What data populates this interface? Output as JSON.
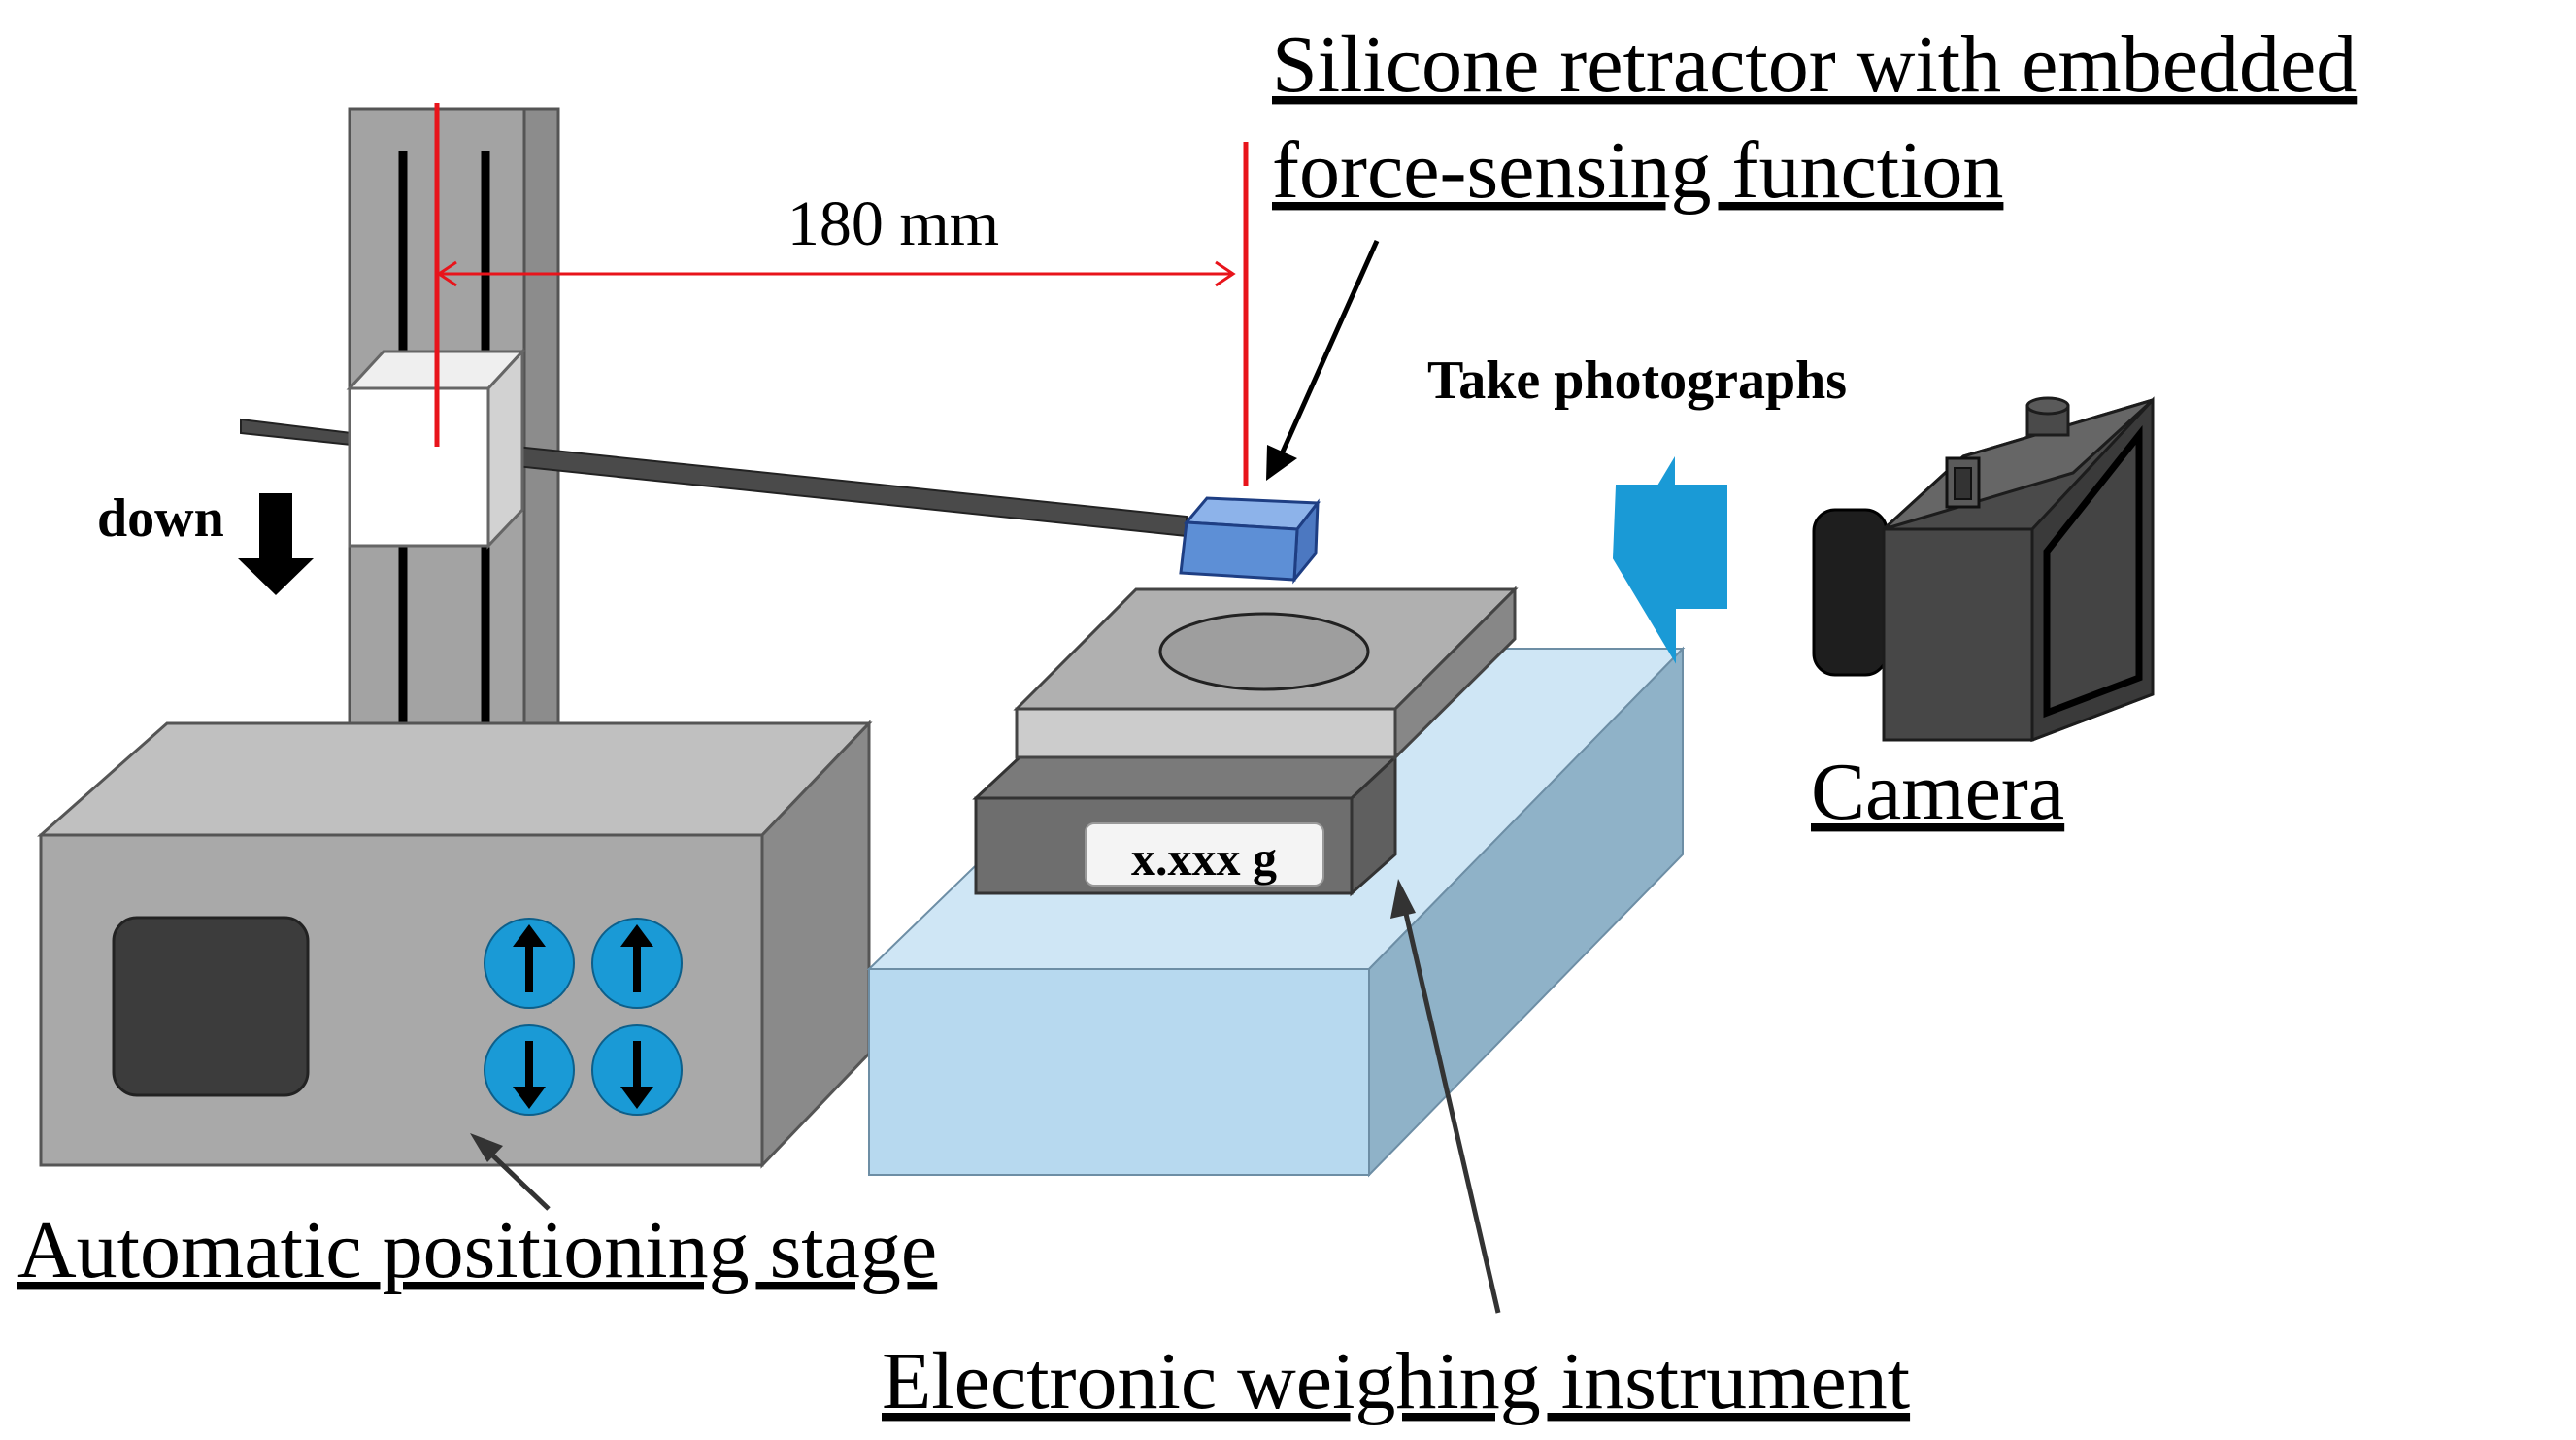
{
  "labels": {
    "retractor_line1": "Silicone retractor with embedded",
    "retractor_line2": "force-sensing function",
    "distance": "180 mm",
    "take_photographs": "Take photographs",
    "camera": "Camera",
    "down": "down",
    "display_readout": "x.xxx g",
    "stage": "Automatic positioning stage",
    "weighing": "Electronic weighing instrument"
  },
  "colors": {
    "red_marker": "#e8141b",
    "blue_button": "#1a9ad6",
    "retractor_blue": "#5d8fd6",
    "table_blue": "#b7d9ef",
    "camera_dark": "#4a4a4a"
  },
  "icons": {
    "up_button": "arrow-up-icon",
    "down_button": "arrow-down-icon",
    "photo_arrow": "left-arrow-icon"
  }
}
